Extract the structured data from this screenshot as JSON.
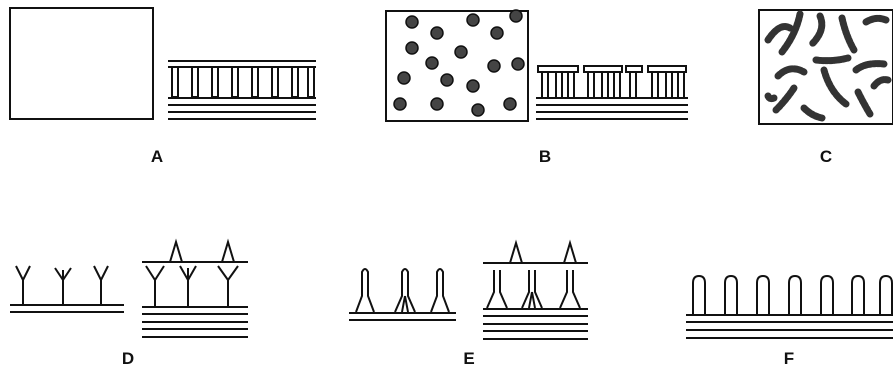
{
  "colors": {
    "ink": "#111111",
    "dot": "#444444",
    "background": "#ffffff"
  },
  "panels": [
    {
      "id": "A",
      "label": "A"
    },
    {
      "id": "B",
      "label": "B"
    },
    {
      "id": "C",
      "label": "C"
    },
    {
      "id": "D",
      "label": "D"
    },
    {
      "id": "E",
      "label": "E"
    },
    {
      "id": "F",
      "label": "F"
    }
  ]
}
